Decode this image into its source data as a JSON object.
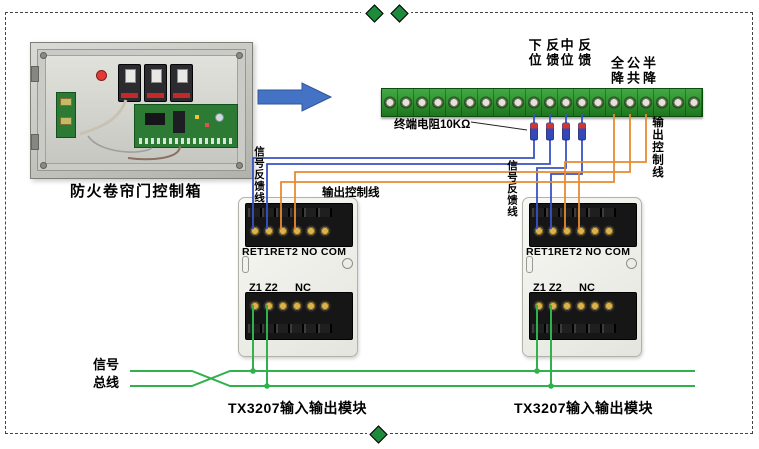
{
  "colors": {
    "wire_blue": "#3a52c4",
    "wire_orange": "#e78a33",
    "wire_green": "#2fb14c",
    "arrow_blue": "#4472c4",
    "diamond_green": "#1e8a3c"
  },
  "control_box": {
    "caption": "防火卷帘门控制箱"
  },
  "terminal_strip": {
    "screw_count": 20,
    "labels": {
      "lower_feedback": [
        "下位",
        "反馈"
      ],
      "middle_feedback": [
        "中位",
        "反馈"
      ],
      "full_down": "全降",
      "common": "公共",
      "half_down": "半降"
    },
    "resistor_note": "终端电阻10KΩ"
  },
  "wire_labels": {
    "output_control_right": "输出控制线",
    "output_control_left": "输出控制线",
    "signal_feedback_left": "信号反馈线",
    "signal_feedback_right": "信号反馈线"
  },
  "bus": {
    "label_lines": [
      "信号",
      "总线"
    ]
  },
  "modules": {
    "left": {
      "terminals_top": "RET1RET2 NO COM",
      "z_terminals": "Z1 Z2",
      "nc": "NC",
      "caption": "TX3207输入输出模块"
    },
    "right": {
      "terminals_top": "RET1RET2 NO COM",
      "z_terminals": "Z1 Z2",
      "nc": "NC",
      "caption": "TX3207输入输出模块"
    }
  }
}
